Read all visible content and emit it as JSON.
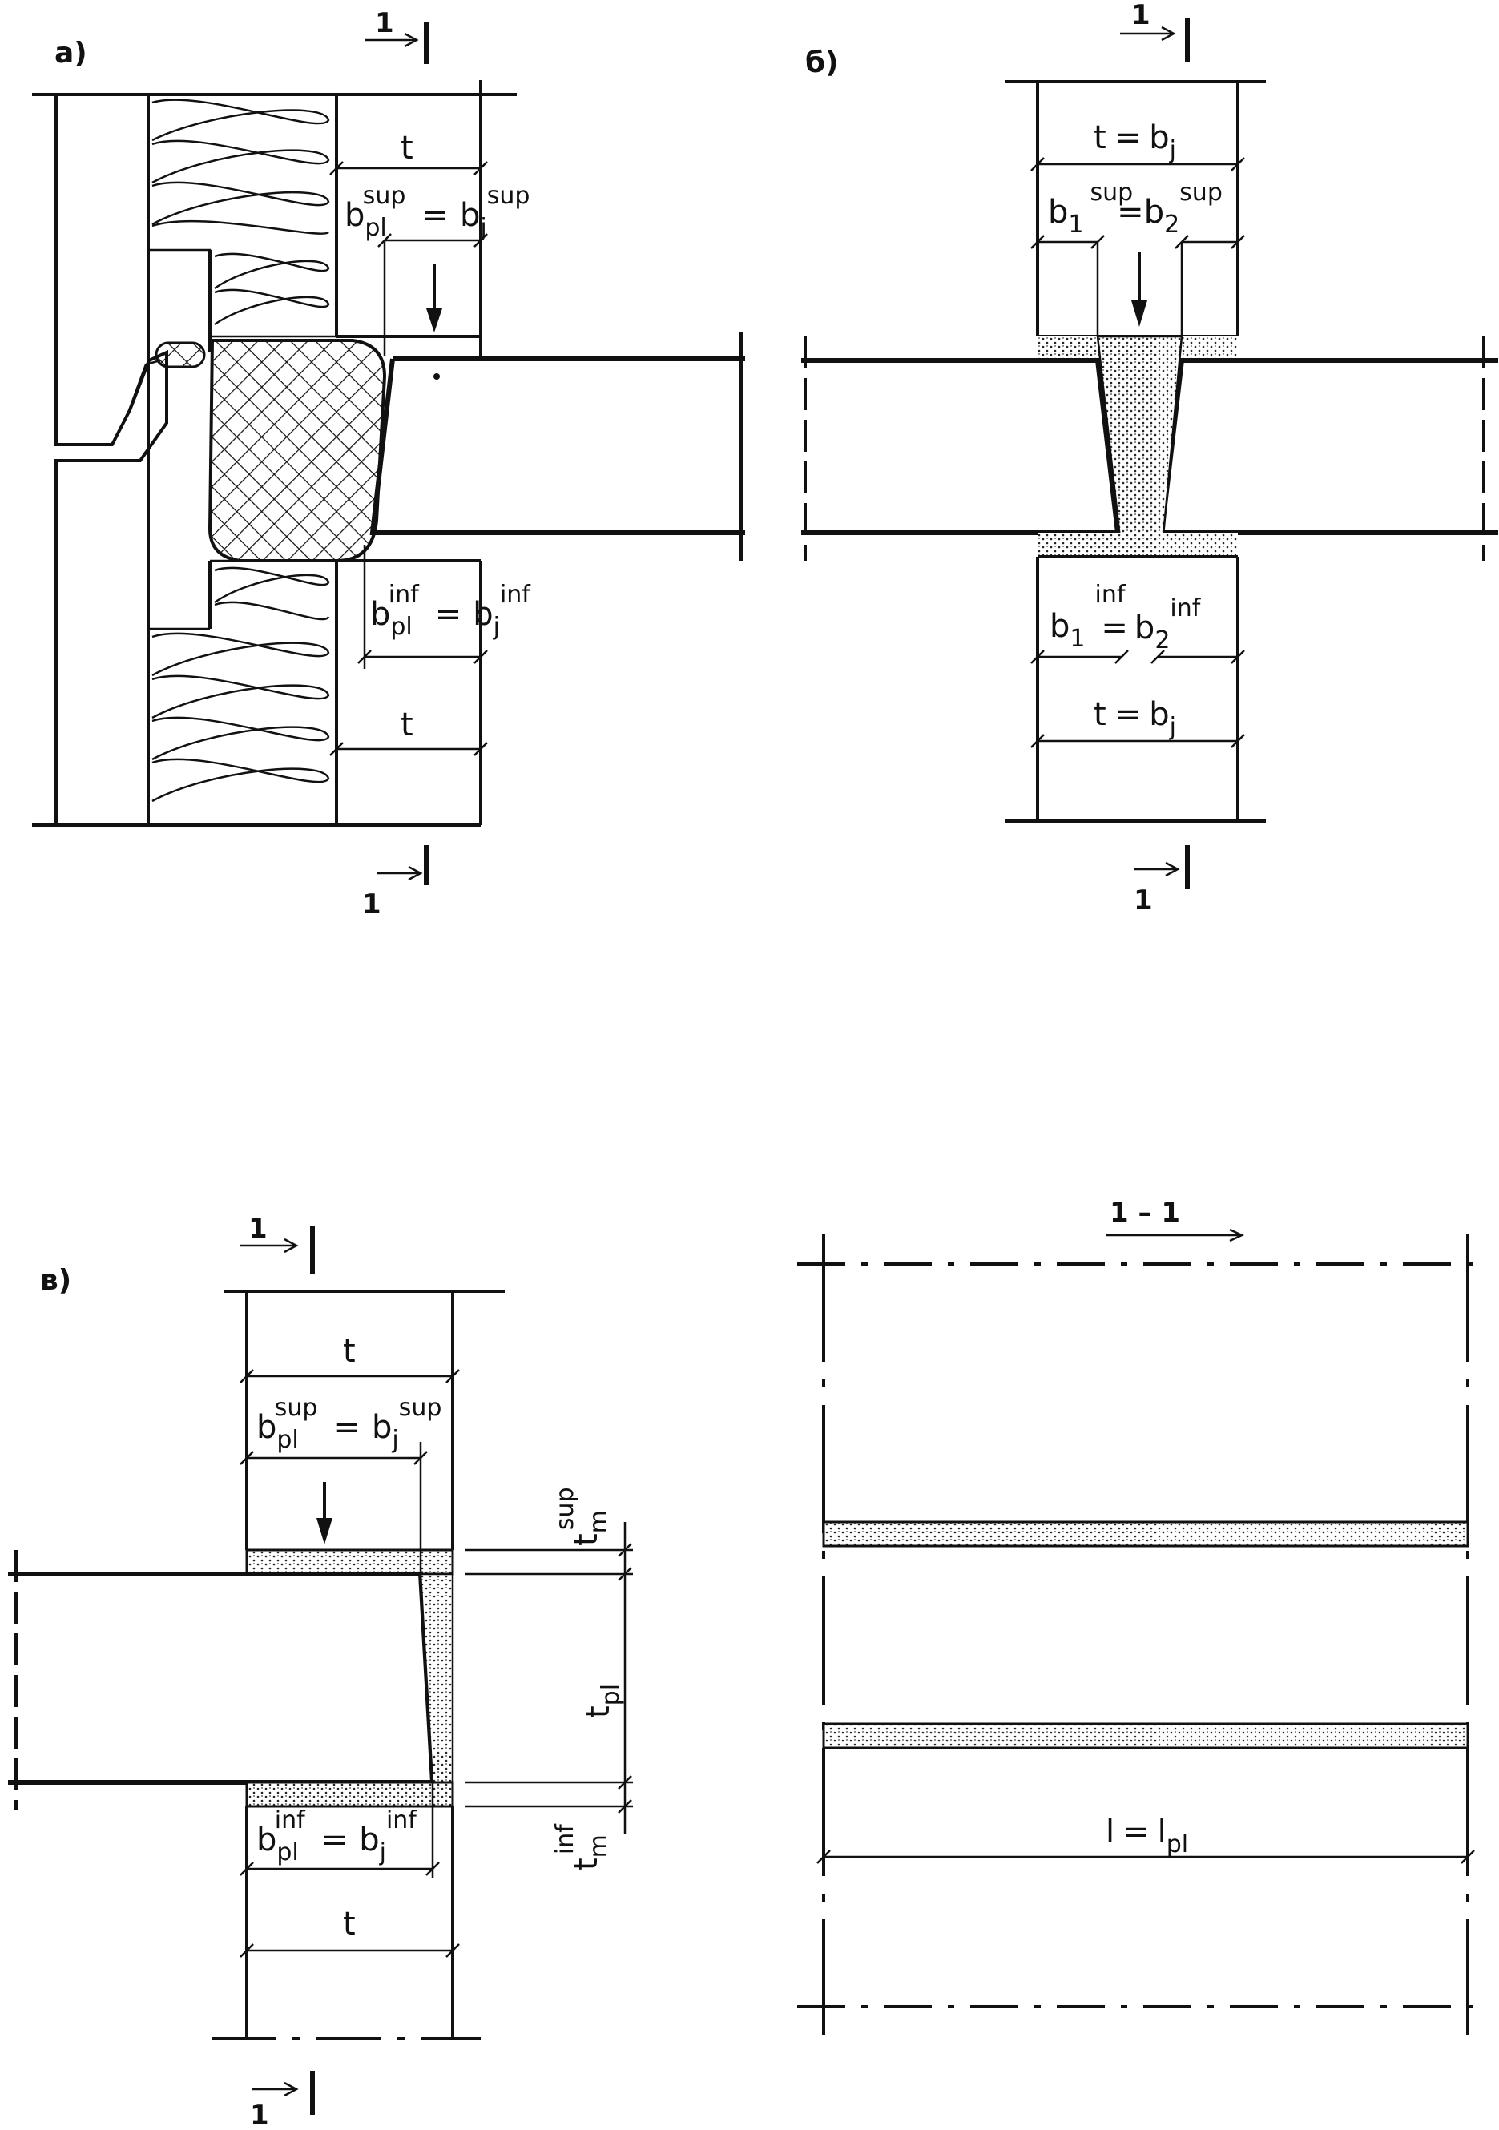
{
  "panels": {
    "a": {
      "label": "а)",
      "section_top": "1",
      "section_bottom": "1",
      "dim_t_top": "t",
      "dim_sup": {
        "b1": "b",
        "s1a": "pl",
        "p1": "sup",
        "eq": "=",
        "b2": "b",
        "s2a": "j",
        "p2": "sup"
      },
      "dim_inf": {
        "b1": "b",
        "s1a": "pl",
        "p1": "inf",
        "eq": "=",
        "b2": "b",
        "s2a": "j",
        "p2": "inf"
      },
      "dim_t_bottom": "t"
    },
    "b": {
      "label": "б)",
      "section_top": "1",
      "section_bottom": "1",
      "dim_t_top": {
        "t": "t",
        "eq": "=",
        "b": "b",
        "s": "j"
      },
      "dim_sup": {
        "b1": "b",
        "s1": "1",
        "p": "sup",
        "eq": "=",
        "b2": "b",
        "s2": "2",
        "p2": "sup"
      },
      "dim_inf": {
        "b1": "b",
        "s1": "1",
        "p": "inf",
        "eq": "=",
        "b2": "b",
        "s2": "2",
        "p2": "inf"
      },
      "dim_t_bottom": {
        "t": "t",
        "eq": "=",
        "b": "b",
        "s": "j"
      }
    },
    "c": {
      "label": "в)",
      "section_top": "1",
      "section_bottom": "1",
      "dim_t_top": "t",
      "dim_sup": {
        "b1": "b",
        "s1a": "pl",
        "p1": "sup",
        "eq": "=",
        "b2": "b",
        "s2a": "j",
        "p2": "sup"
      },
      "dim_inf": {
        "b1": "b",
        "s1a": "pl",
        "p1": "inf",
        "eq": "=",
        "b2": "b",
        "s2a": "j",
        "p2": "inf"
      },
      "dim_t_bottom": "t",
      "tm_sup": {
        "t": "t",
        "s": "m",
        "p": "sup"
      },
      "tpl": {
        "t": "t",
        "s": "pl"
      },
      "tm_inf": {
        "t": "t",
        "s": "m",
        "p": "inf"
      }
    },
    "d": {
      "section_title": "1 – 1",
      "dim_l": {
        "l": "l",
        "eq": "=",
        "l2": "l",
        "s": "pl"
      }
    }
  },
  "colors": {
    "ink": "#111111",
    "paper": "#ffffff"
  }
}
